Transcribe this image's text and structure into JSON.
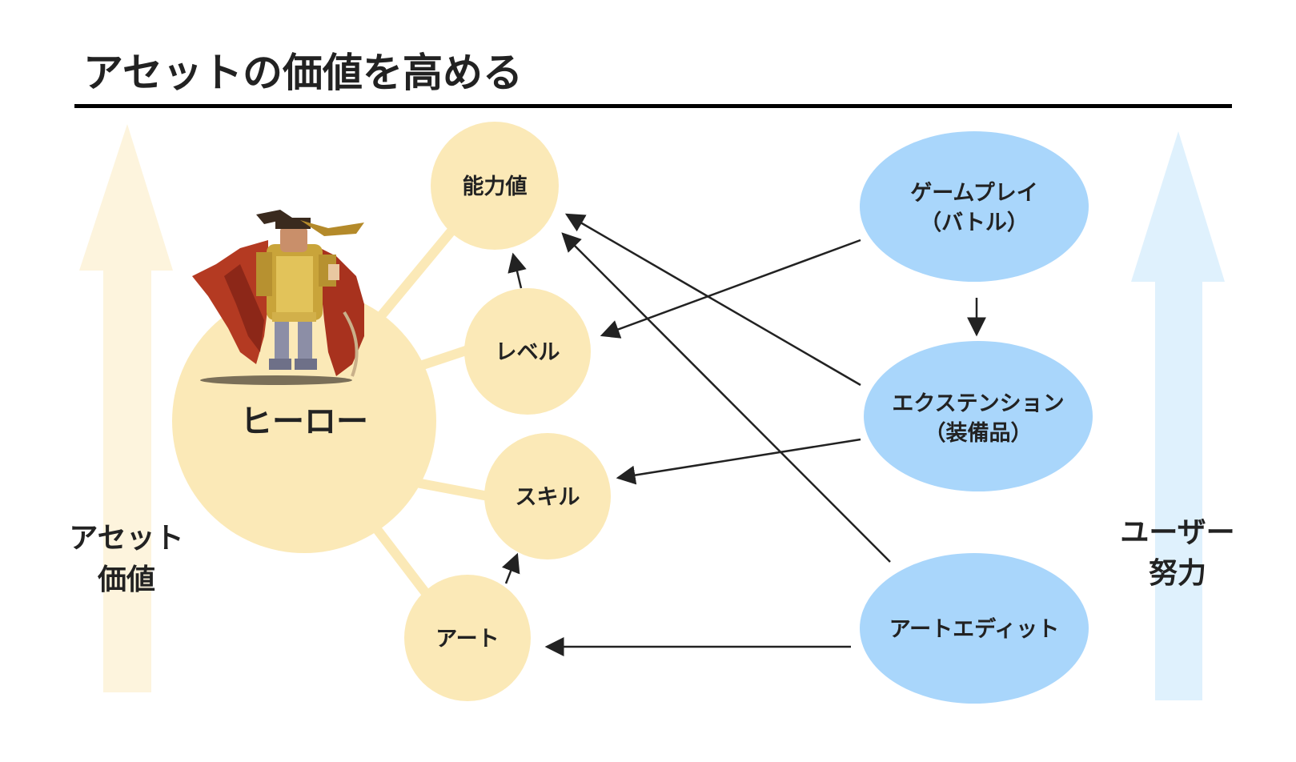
{
  "title": "アセットの価値を高める",
  "colors": {
    "asset_node": "#fbe9b7",
    "effort_node": "#a9d6fb",
    "asset_arrow": "#fdf4dd",
    "effort_arrow": "#dff1fd",
    "connector": "#fbe9b7",
    "edge": "#222222",
    "title_rule": "#000000"
  },
  "left_axis": {
    "label_line1": "アセット",
    "label_line2": "価値"
  },
  "right_axis": {
    "label_line1": "ユーザー",
    "label_line2": "努力"
  },
  "asset_nodes": {
    "hero": "ヒーロー",
    "ability": "能力値",
    "level": "レベル",
    "skill": "スキル",
    "art": "アート"
  },
  "effort_nodes": {
    "gameplay_line1": "ゲームプレイ",
    "gameplay_line2": "（バトル）",
    "extension_line1": "エクステンション",
    "extension_line2": "（装備品）",
    "art_edit": "アートエディット"
  },
  "icons": {
    "hero_sprite": "pixel-knight-hero-icon"
  }
}
